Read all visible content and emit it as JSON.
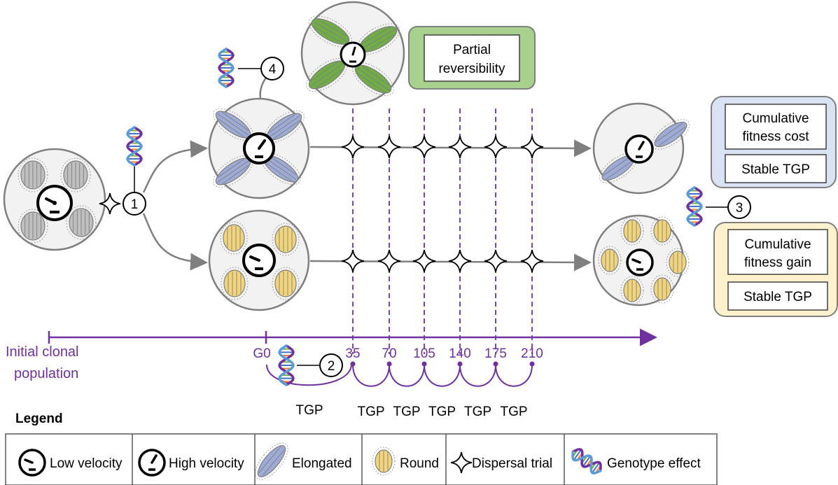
{
  "labels": {
    "partial_reversibility": [
      "Partial",
      "reversibility"
    ],
    "top_outcome": {
      "line1": [
        "Cumulative",
        "fitness cost"
      ],
      "line2": "Stable TGP"
    },
    "bottom_outcome": {
      "line1": [
        "Cumulative",
        "fitness gain"
      ],
      "line2": "Stable TGP"
    },
    "initial_population": [
      "Initial clonal",
      "population"
    ],
    "tgp": "TGP"
  },
  "steps": [
    "1",
    "2",
    "3",
    "4"
  ],
  "generations": [
    "G0",
    "35",
    "70",
    "105",
    "140",
    "175",
    "210"
  ],
  "legend": {
    "title": "Legend",
    "items": [
      "Low velocity",
      "High velocity",
      "Elongated",
      "Round",
      "Dispersal trial",
      "Genotype effect"
    ]
  },
  "colors": {
    "purple": "#7030a0",
    "arrow": "#7f7f7f",
    "green_box": "#9bc67a",
    "blue_box": "#dae3f3",
    "yellow_box": "#fff2cc",
    "elongated_cell": "#9dabd6",
    "round_cell": "#f2d47a",
    "partial_cell": "#70ad47",
    "initial_cell": "#bfbfbf"
  }
}
